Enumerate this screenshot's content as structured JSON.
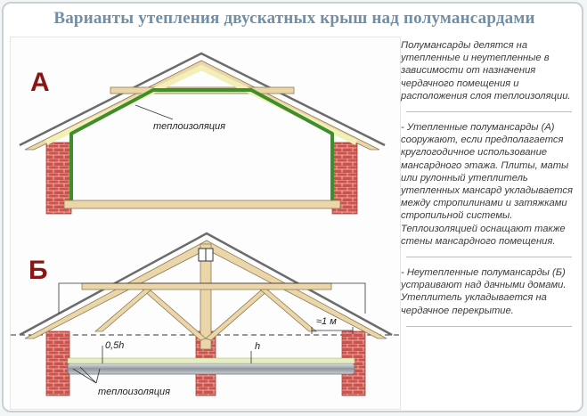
{
  "title": "Варианты утепления двускатных крыш над полумансардами",
  "diagram": {
    "label_a": "А",
    "label_b": "Б",
    "insulation_label_a": "теплоизоляция",
    "insulation_label_b": "теплоизоляция",
    "dim_05h": "0,5h",
    "dim_h": "h",
    "dim_1m": "≈1 м"
  },
  "text": {
    "p1": "Полумансарды делятся на утепленные и неутепленные в зависимости от назначения чердачного помещения и расположения слоя теплоизоляции.",
    "p2": "- Утепленные полумансарды (А) сооружают, если предполагается круглогодичное использование мансардного этажа. Плиты, маты или рулонный утеплитель утепленных мансард укладывается между стропилинами и затяжками стропильной системы. Теплоизоляцией оснащают также стены мансардного помещения.",
    "p3": "- Неутепленные полумансарды (Б) устраивают над дачными домами. Утеплитель укладывается на чердачное перекрытие."
  },
  "colors": {
    "title": "#6f8ea8",
    "label": "#8b1414",
    "brick": "#c84a44",
    "wood": "#e9d3a4",
    "insulation": "#3f8e2b"
  }
}
